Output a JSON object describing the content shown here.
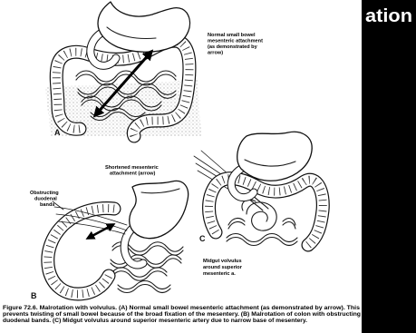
{
  "colors": {
    "slide_background": "#000000",
    "figure_background": "#ffffff",
    "title_text": "#ffffff",
    "ink": "#111111"
  },
  "slide": {
    "title_fragment": "ation"
  },
  "figure": {
    "panel_a": {
      "letter": "A",
      "label_lines": [
        "Normal small bowel",
        "mesenteric attachment",
        "(as demonstrated by",
        "arrow)"
      ]
    },
    "panel_b": {
      "letter": "B",
      "arrow_label_lines": [
        "Shortened mesenteric",
        "attachment (arrow)"
      ],
      "band_label_lines": [
        "Obstructing",
        "duodenal",
        "bands"
      ]
    },
    "panel_c": {
      "letter": "C",
      "label_lines": [
        "Midgut volvulus",
        "around superior",
        "mesenteric a."
      ]
    },
    "caption_lines": [
      "Figure 72.6. Malrotation with volvulus. (A) Normal small bowel mesenteric attachment (as demonstrated by arrow). This",
      "prevents twisting of small bowel because of the broad fixation of the mesentery. (B) Malrotation of colon with obstructing",
      "duodenal bands. (C) Midgut volvulus around superior mesenteric artery due to narrow base of mesentery."
    ]
  }
}
